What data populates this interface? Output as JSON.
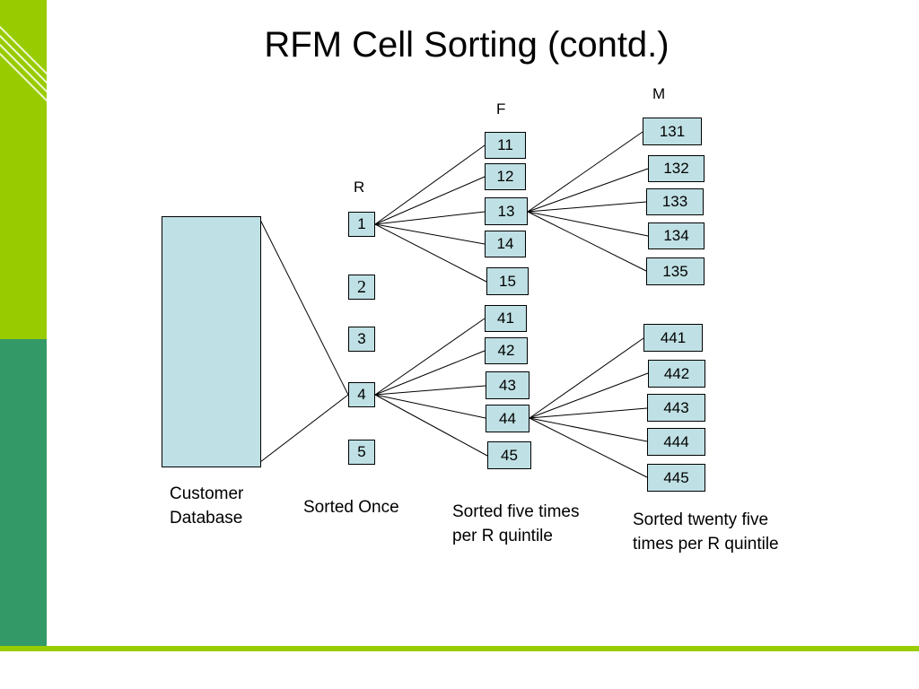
{
  "title": "RFM Cell Sorting (contd.)",
  "headers": {
    "r": "R",
    "f": "F",
    "m": "M"
  },
  "r_cells": [
    "1",
    "2",
    "3",
    "4",
    "5"
  ],
  "f_cells_top": [
    "11",
    "12",
    "13",
    "14",
    "15"
  ],
  "f_cells_bottom": [
    "41",
    "42",
    "43",
    "44",
    "45"
  ],
  "m_cells_top": [
    "131",
    "132",
    "133",
    "134",
    "135"
  ],
  "m_cells_bottom": [
    "441",
    "442",
    "443",
    "444",
    "445"
  ],
  "captions": {
    "database": [
      "Customer",
      "Database"
    ],
    "sorted_once": "Sorted Once",
    "sorted_five": [
      "Sorted five times",
      "per R quintile"
    ],
    "sorted_twenty_five": [
      "Sorted twenty five",
      "times per R quintile"
    ]
  },
  "colors": {
    "accent_green": "#99cc00",
    "dark_green": "#339966",
    "cell_fill": "#bfe0e4"
  }
}
